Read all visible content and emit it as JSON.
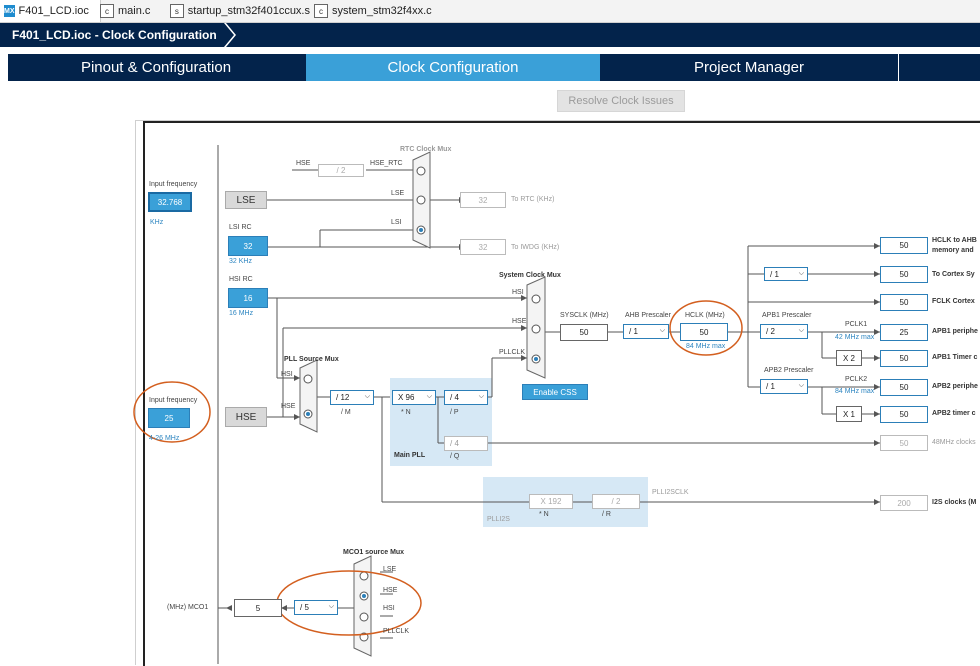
{
  "editor_tabs": [
    {
      "label": "F401_LCD.ioc",
      "icon": "mx-file-icon"
    },
    {
      "label": "main.c",
      "icon": "c-file-icon"
    },
    {
      "label": "startup_stm32f401ccux.s",
      "icon": "s-file-icon"
    },
    {
      "label": "system_stm32f4xx.c",
      "icon": "c-file-icon"
    }
  ],
  "mx_icon_text": "MX",
  "title_bar": {
    "text": "F401_LCD.ioc - Clock Configuration"
  },
  "main_tabs": [
    {
      "label": "Pinout & Configuration",
      "active": false
    },
    {
      "label": "Clock Configuration",
      "active": true
    },
    {
      "label": "Project Manager",
      "active": false
    },
    {
      "label": "",
      "active": false
    }
  ],
  "resolve_button": "Resolve Clock Issues",
  "colors": {
    "navy": "#03234b",
    "accent": "#3aa0d8",
    "annotation": "#d35f1f"
  },
  "diagram": {
    "lse_input": {
      "label": "Input frequency",
      "value": "32.768",
      "unit": "KHz",
      "block": "LSE"
    },
    "lsi": {
      "label": "LSI RC",
      "value": "32",
      "unit": "32 KHz"
    },
    "hsi": {
      "label": "HSI RC",
      "value": "16",
      "unit": "16 MHz"
    },
    "hse_input": {
      "label": "Input frequency",
      "value": "25",
      "range": "4-26 MHz",
      "block": "HSE"
    },
    "rtc_mux": {
      "title": "RTC Clock Mux",
      "hse_div": "/ 2",
      "hse_label": "HSE",
      "hse_rtc": "HSE_RTC",
      "lse_label": "LSE",
      "lsi_label": "LSI",
      "rtc_value": "32",
      "rtc_text": "To RTC (KHz)",
      "iwdg_value": "32",
      "iwdg_text": "To IWDG (KHz)"
    },
    "pll_source_mux": {
      "title": "PLL Source Mux",
      "hsi": "HSI",
      "hse": "HSE"
    },
    "pll": {
      "m": "/ 12",
      "m_label": "/ M",
      "n": "X 96",
      "n_label": "* N",
      "p": "/ 4",
      "p_label": "/ P",
      "q": "/ 4",
      "q_label": "/ Q",
      "title": "Main PLL"
    },
    "sys_mux": {
      "title": "System Clock Mux",
      "hsi": "HSI",
      "hse": "HSE",
      "pllclk": "PLLCLK"
    },
    "sysclk": {
      "label": "SYSCLK (MHz)",
      "value": "50"
    },
    "ahb": {
      "label": "AHB Prescaler",
      "value": "/ 1"
    },
    "hclk": {
      "label": "HCLK (MHz)",
      "value": "50",
      "max": "84 MHz max"
    },
    "enable_css": "Enable CSS",
    "apb1": {
      "label": "APB1 Prescaler",
      "value": "/ 2",
      "pclk": "PCLK1",
      "max": "42 MHz max",
      "x": "X 2"
    },
    "apb2": {
      "label": "APB2 Prescaler",
      "value": "/ 1",
      "pclk": "PCLK2",
      "max": "84 MHz max",
      "x": "X 1"
    },
    "cortex_div": "/ 1",
    "outputs": [
      {
        "value": "50",
        "label": "HCLK to AHB",
        "label2": "memory and"
      },
      {
        "value": "50",
        "label": "To Cortex Sy"
      },
      {
        "value": "50",
        "label": "FCLK Cortex"
      },
      {
        "value": "25",
        "label": "APB1 periphe"
      },
      {
        "value": "50",
        "label": "APB1 Timer c"
      },
      {
        "value": "50",
        "label": "APB2 periphe"
      },
      {
        "value": "50",
        "label": "APB2 timer c"
      },
      {
        "value": "50",
        "label": "48MHz clocks"
      },
      {
        "value": "200",
        "label": "I2S clocks (M"
      }
    ],
    "plli2s": {
      "n": "X 192",
      "n_label": "* N",
      "r": "/ 2",
      "r_label": "/ R",
      "title": "PLLI2S",
      "clk": "PLLI2SCLK"
    },
    "mco1": {
      "title": "MCO1 source Mux",
      "lse": "LSE",
      "hse": "HSE",
      "hsi": "HSI",
      "pllclk": "PLLCLK",
      "div": "/ 5",
      "value": "5",
      "label": "(MHz) MCO1"
    }
  }
}
